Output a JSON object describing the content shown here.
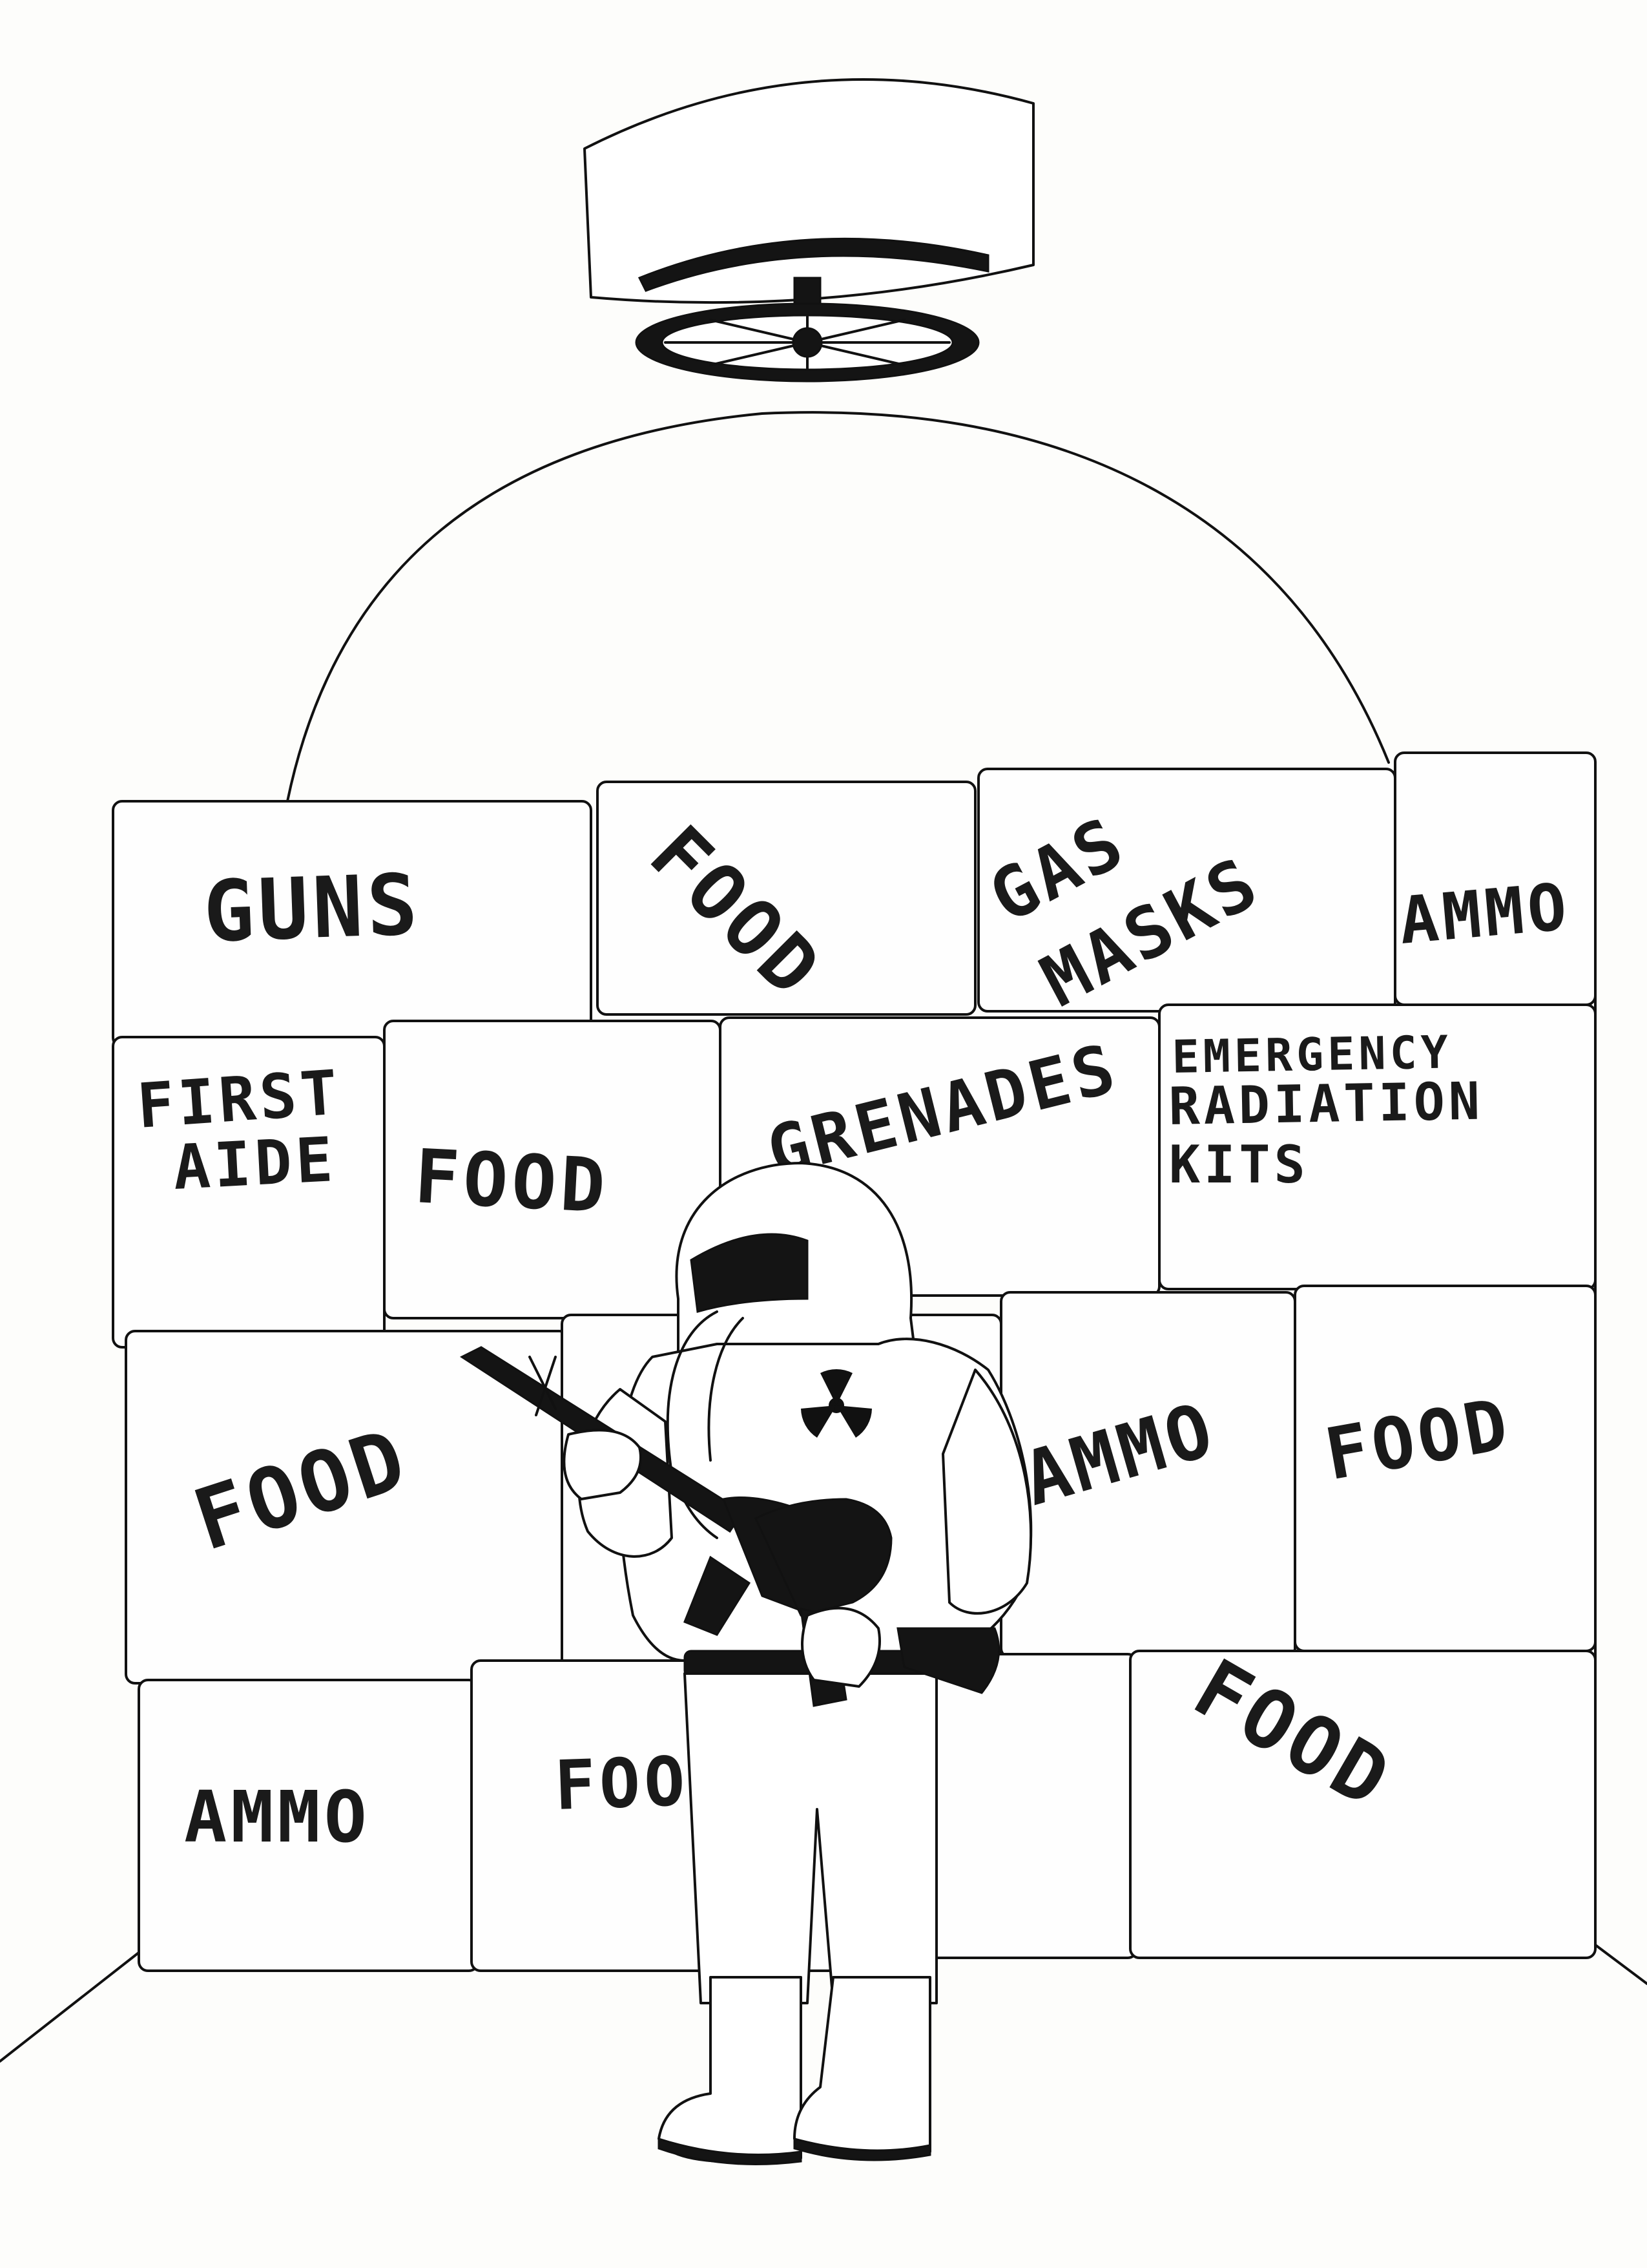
{
  "crates": {
    "guns": "GUNS",
    "food_top": "FOOD",
    "gas_masks_1": "GAS",
    "gas_masks_2": "MASKS",
    "ammo_top": "AMMO",
    "first_aide_1": "FIRST",
    "first_aide_2": "AIDE",
    "food_row2": "FOOD",
    "grenades": "GRENADES",
    "emergency_1": "EMERGENCY",
    "emergency_2": "RADIATION",
    "emergency_3": "KITS",
    "food_row3_left": "FOOD",
    "ammo_row3": "AMMO",
    "food_row3_right": "FOOD",
    "ammo_bottom": "AMMO",
    "food_bottom_partial": "FOO",
    "food_bottom_right": "FOOD"
  },
  "icons": {
    "hatch": "hatch-wheel-icon",
    "radiation": "radiation-icon",
    "rifle": "rifle-icon"
  },
  "colors": {
    "ink": "#111111",
    "paper": "#fdfdfb"
  }
}
